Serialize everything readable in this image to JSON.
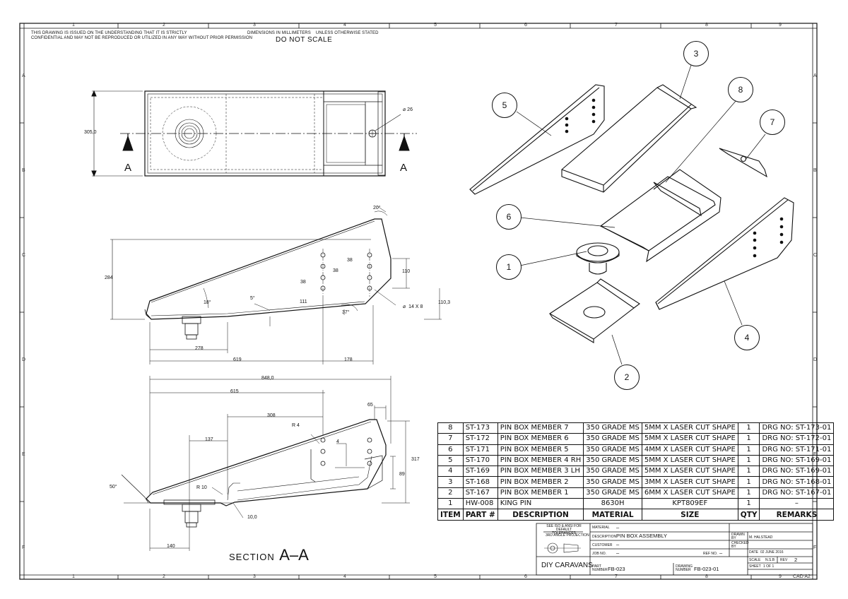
{
  "header": {
    "confidentiality_line1": "THIS DRAWING IS ISSUED ON THE UNDERSTANDING THAT IT IS STRICTLY",
    "confidentiality_line2": "CONFIDENTIAL AND MAY NOT BE REPRODUCED OR UTILIZED IN ANY WAY WITHOUT PRIOR PERMISSION",
    "dimensions_note": "DIMENSIONS IN MILLIMETERS    UNLESS OTHERWISE STATED",
    "scale_note": "DO NOT SCALE"
  },
  "grid": {
    "columns": [
      "1",
      "2",
      "3",
      "4",
      "5",
      "6",
      "7",
      "8",
      "9"
    ],
    "rows": [
      "A",
      "B",
      "C",
      "D",
      "E",
      "F"
    ]
  },
  "dimensions": {
    "plan_height": "305,0",
    "hole_dia": "26",
    "section_mark": "A",
    "angle_20": "20°",
    "height_284": "284",
    "d38a": "38",
    "d38b": "38",
    "d38c": "38",
    "d110": "110",
    "d110_3": "110,3",
    "d111": "111",
    "angle_18": "18°",
    "angle_5": "5°",
    "angle_37": "37°",
    "holes": "14 X 8",
    "d278": "278",
    "d619": "619",
    "d178": "178",
    "d848": "848,0",
    "d615": "615",
    "d308": "308",
    "d65": "65",
    "r4": "R 4",
    "d4": "4",
    "d137": "137",
    "d317": "317",
    "d89": "89",
    "angle_50": "50°",
    "r10": "R 10",
    "d10": "10,0",
    "d140": "140"
  },
  "section_label": {
    "word": "SECTION",
    "letters": "A–A"
  },
  "balloons": [
    "1",
    "2",
    "3",
    "4",
    "5",
    "6",
    "7",
    "8"
  ],
  "bom": {
    "headers": [
      "ITEM",
      "PART #",
      "DESCRIPTION",
      "MATERIAL",
      "SIZE",
      "QTY",
      "REMARKS"
    ],
    "rows": [
      [
        "8",
        "ST-173",
        "PIN BOX MEMBER 7",
        "350 GRADE MS",
        "5MM X LASER CUT SHAPE",
        "1",
        "DRG NO: ST-173-01"
      ],
      [
        "7",
        "ST-172",
        "PIN BOX MEMBER 6",
        "350 GRADE MS",
        "5MM X LASER CUT SHAPE",
        "1",
        "DRG NO: ST-172-01"
      ],
      [
        "6",
        "ST-171",
        "PIN BOX MEMBER 5",
        "350 GRADE MS",
        "4MM X LASER CUT SHAPE",
        "1",
        "DRG NO: ST-171-01"
      ],
      [
        "5",
        "ST-170",
        "PIN BOX MEMBER 4 RH",
        "350 GRADE MS",
        "5MM X LASER CUT SHAPE",
        "1",
        "DRG NO: ST-169-01"
      ],
      [
        "4",
        "ST-169",
        "PIN BOX MEMBER 3 LH",
        "350 GRADE MS",
        "5MM X LASER CUT SHAPE",
        "1",
        "DRG NO: ST-169-01"
      ],
      [
        "3",
        "ST-168",
        "PIN BOX MEMBER 2",
        "350 GRADE MS",
        "3MM X LASER CUT SHAPE",
        "1",
        "DRG NO: ST-168-01"
      ],
      [
        "2",
        "ST-167",
        "PIN BOX MEMBER 1",
        "350 GRADE MS",
        "6MM X LASER CUT SHAPE",
        "1",
        "DRG NO: ST-167-01"
      ],
      [
        "1",
        "HW-008",
        "KING PIN",
        "8630H",
        "KPT809EF",
        "1",
        "–"
      ]
    ]
  },
  "title_block": {
    "tolerance_note": "SEE ISO & ANSI FOR DEFAULT TOLERANCES",
    "projection": "3RD ANGLE PROJECTION",
    "material_label": "MATERIAL",
    "material_value": "–",
    "description_label": "DESCRIPTION",
    "description_value": "PIN BOX ASSEMBLY",
    "customer_label": "CUSTOMER",
    "customer_value": "–",
    "job_label": "JOB NO.",
    "job_value": "–",
    "ref_label": "REF NO.",
    "ref_value": "–",
    "drawn_label": "DRAWN BY",
    "drawn_value": "M. HALSTEAD",
    "checked_label": "CHECKED BY",
    "date_label": "DATE",
    "date_value": "02 JUNE 2016",
    "scale_label": "SCALE",
    "scale_value": "N.S.B",
    "rev_label": "REV",
    "rev_value": "2",
    "sheet_label": "SHEET",
    "sheet_value": "1 OF 1",
    "company": "DIY CARAVANS",
    "part_number_label": "PART NUMBER",
    "part_number_value": "FB-023",
    "drawing_number_label": "DRAWING NUMBER",
    "drawing_number_value": "FB-023-01",
    "cad_label": "CAD A2"
  }
}
